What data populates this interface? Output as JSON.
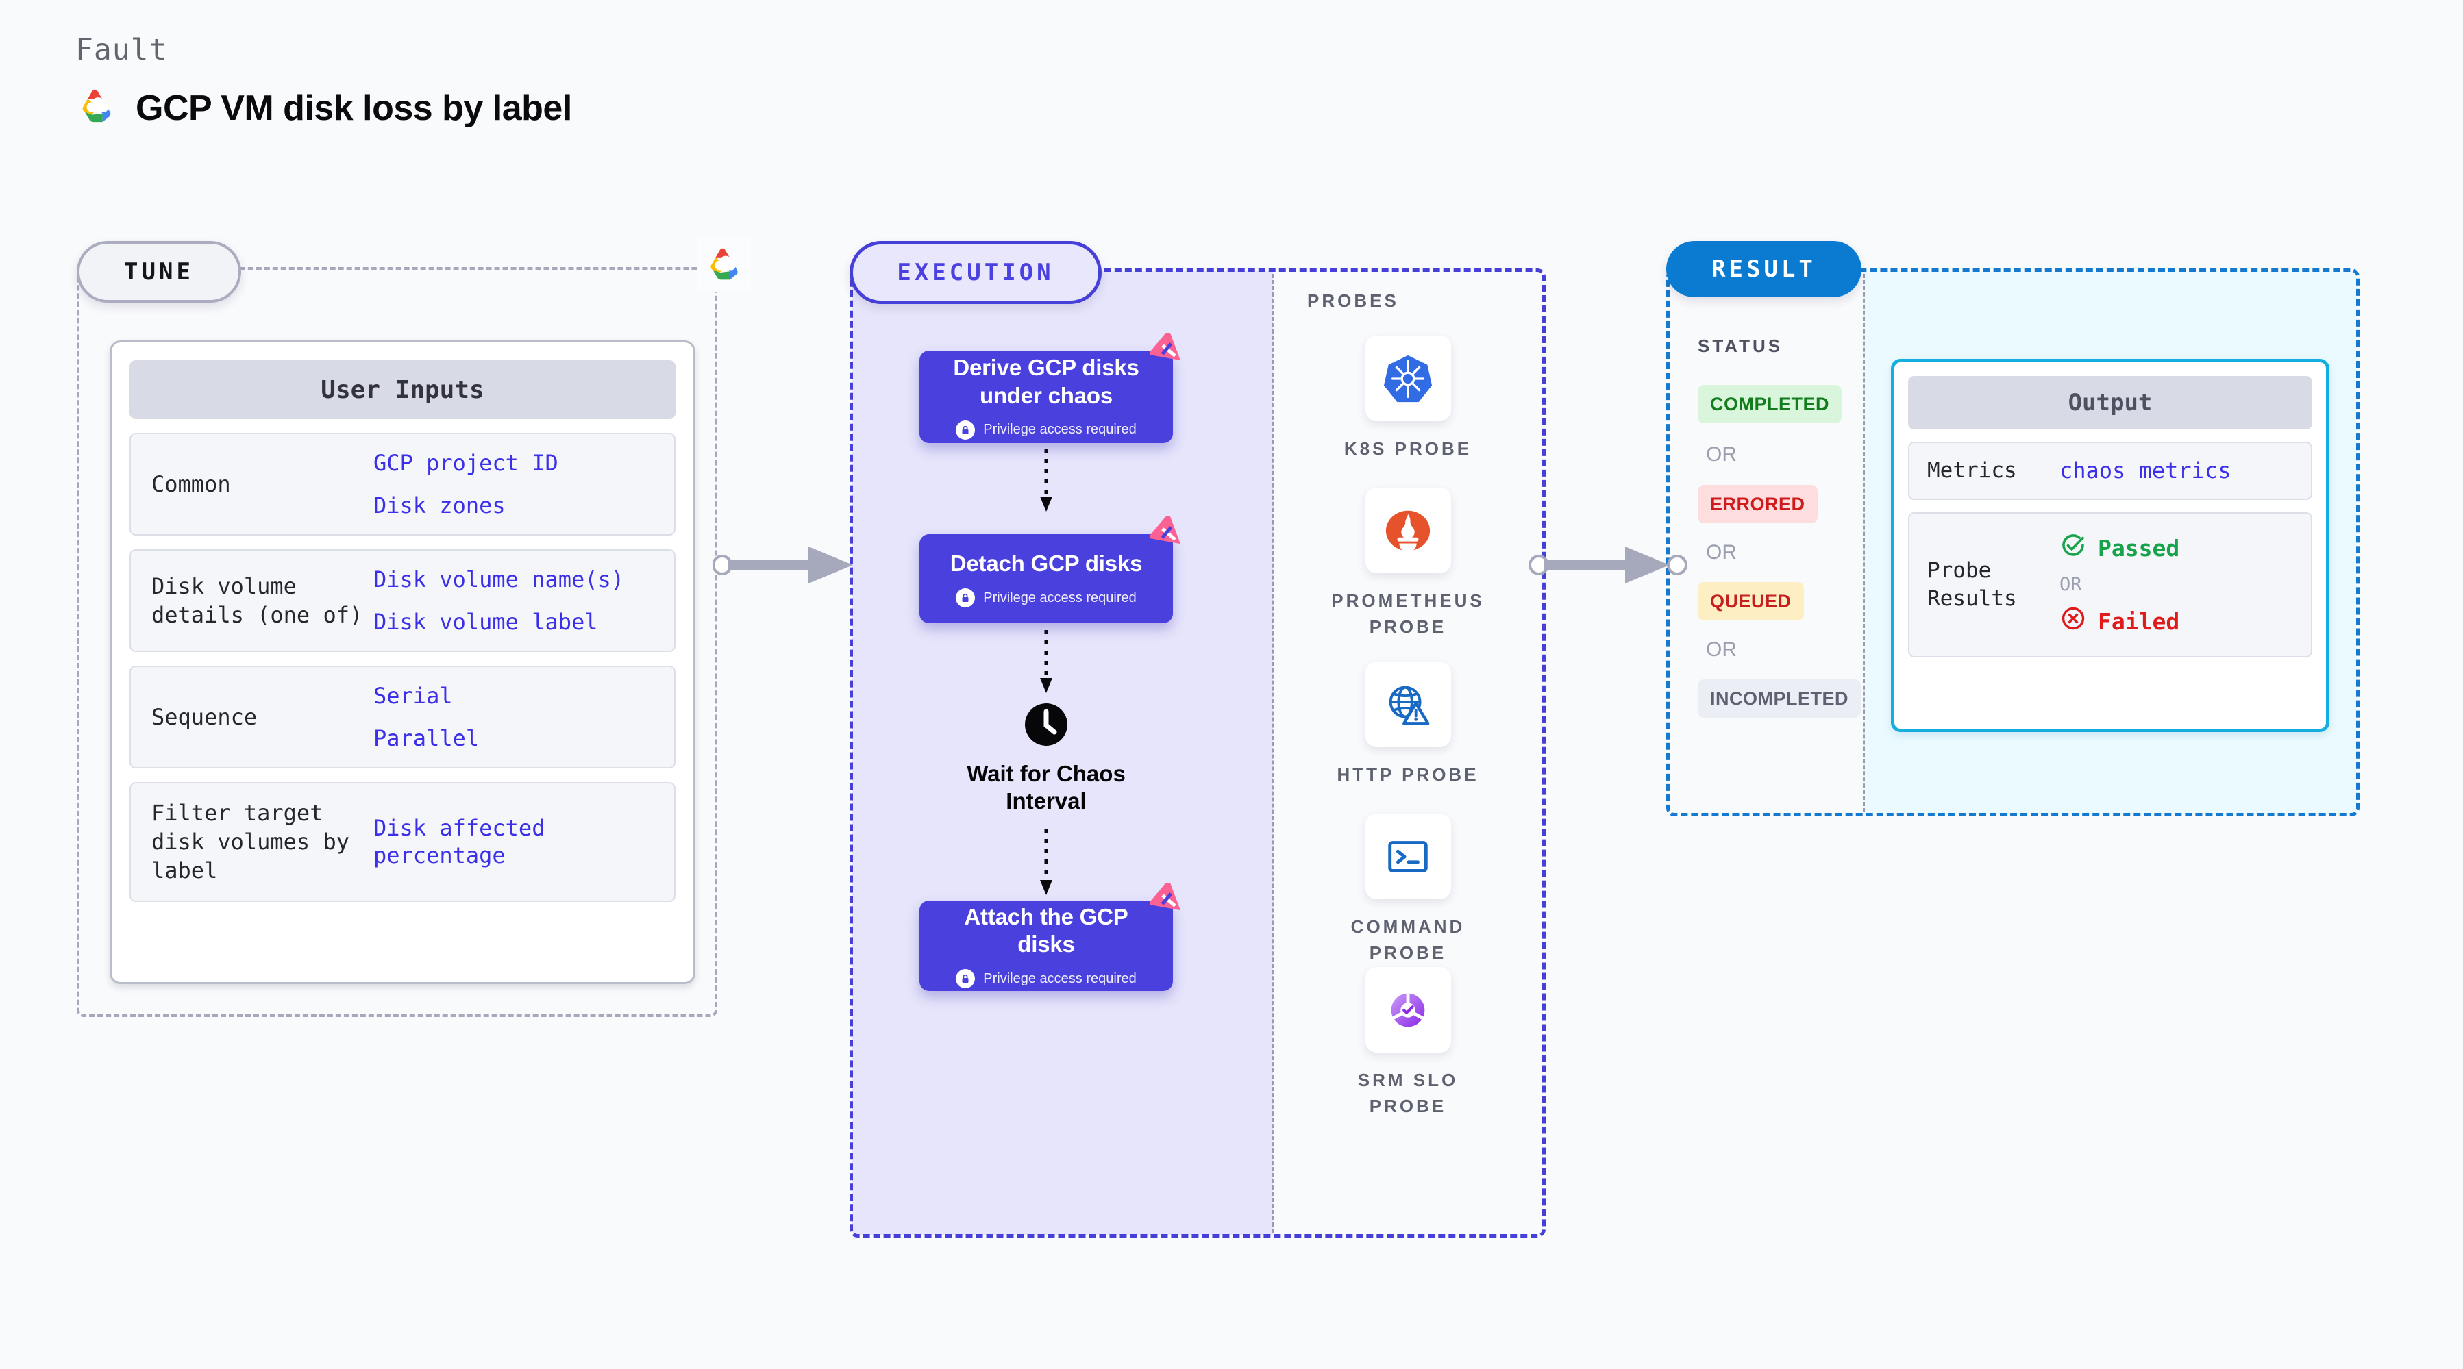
{
  "header": {
    "eyebrow": "Fault",
    "title": "GCP VM disk loss by label",
    "logo_icon": "gcp-cloud-icon"
  },
  "tune": {
    "pill_label": "TUNE",
    "provider_icon": "gcp-cloud-icon",
    "card_title": "User Inputs",
    "rows": [
      {
        "key": "Common",
        "values": [
          "GCP project ID",
          "Disk zones"
        ]
      },
      {
        "key": "Disk volume details (one of)",
        "values": [
          "Disk volume name(s)",
          "Disk volume label"
        ]
      },
      {
        "key": "Sequence",
        "values": [
          "Serial",
          "Parallel"
        ]
      },
      {
        "key": "Filter target disk volumes by label",
        "values": [
          "Disk affected percentage"
        ]
      }
    ]
  },
  "execution": {
    "pill_label": "EXECUTION",
    "privilege_note": "Privilege access required",
    "nodes": [
      {
        "title": "Derive GCP disks under chaos",
        "privileged": true,
        "badge_icon": "litmus-logo-icon"
      },
      {
        "title": "Detach GCP disks",
        "privileged": true,
        "badge_icon": "litmus-logo-icon"
      }
    ],
    "wait": {
      "label": "Wait for Chaos Interval",
      "icon": "clock-icon"
    },
    "final_node": {
      "title": "Attach the GCP disks",
      "privileged": true,
      "badge_icon": "litmus-logo-icon"
    }
  },
  "probes": {
    "section_label": "PROBES",
    "items": [
      {
        "label": "K8S PROBE",
        "icon": "kubernetes-icon"
      },
      {
        "label": "PROMETHEUS PROBE",
        "icon": "prometheus-icon"
      },
      {
        "label": "HTTP PROBE",
        "icon": "globe-warning-icon"
      },
      {
        "label": "COMMAND PROBE",
        "icon": "terminal-icon"
      },
      {
        "label": "SRM SLO PROBE",
        "icon": "srm-slo-icon"
      }
    ]
  },
  "result": {
    "pill_label": "RESULT",
    "status_label": "STATUS",
    "or_label": "OR",
    "statuses": [
      {
        "text": "COMPLETED",
        "bg": "#d9f5dc",
        "fg": "#137c1c"
      },
      {
        "text": "ERRORED",
        "bg": "#fdddde",
        "fg": "#cf1b1b"
      },
      {
        "text": "QUEUED",
        "bg": "#fdeec4",
        "fg": "#c51f1f"
      },
      {
        "text": "INCOMPLETED",
        "bg": "#eceef5",
        "fg": "#5d6172"
      }
    ],
    "output": {
      "title": "Output",
      "metrics_key": "Metrics",
      "metrics_value": "chaos metrics",
      "probe_results_key": "Probe Results",
      "passed": "Passed",
      "or": "OR",
      "failed": "Failed",
      "passed_icon": "check-circle-icon",
      "failed_icon": "x-circle-icon"
    }
  },
  "colors": {
    "accent_purple": "#4a40dd",
    "link_blue": "#3b30e8",
    "result_blue": "#0b7ad1",
    "output_cyan": "#14aee0",
    "litmus_pink": "#fb6193",
    "passed_green": "#16a34a",
    "failed_red": "#e01b1b"
  }
}
